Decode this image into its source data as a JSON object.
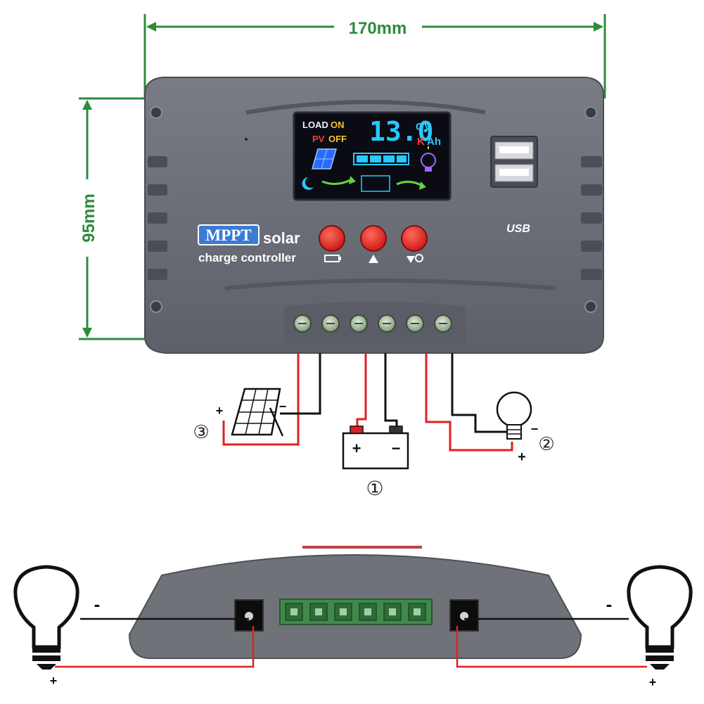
{
  "dimensions": {
    "width_label": "170mm",
    "height_label": "95mm",
    "color": "#2e8b3e"
  },
  "controller": {
    "logo_text": "MPPT",
    "brand_line1": "solar",
    "brand_line2": "charge controller",
    "usb_label": "USB",
    "body_color": "#6e7079",
    "button_color": "#e02020"
  },
  "display": {
    "load_label": "LOAD",
    "on_label": "ON",
    "pv_label": "PV",
    "off_label": "OFF",
    "reading": "13.0",
    "unit_c": "C",
    "unit_v": "V",
    "unit_k": "K",
    "unit_ah": "Ah"
  },
  "buttons": [
    {
      "name": "menu-button",
      "icon": "battery-icon"
    },
    {
      "name": "up-button",
      "icon": "warning-triangle-icon"
    },
    {
      "name": "down-button",
      "icon": "down-bulb-icon"
    }
  ],
  "connections": {
    "battery": {
      "number": "①",
      "plus": "+",
      "minus": "−"
    },
    "load": {
      "number": "②",
      "plus": "+",
      "minus": "−"
    },
    "solar": {
      "number": "③",
      "plus": "+",
      "minus": "−"
    }
  },
  "side_view": {
    "left_bulb": {
      "minus": "-",
      "plus": "+"
    },
    "right_bulb": {
      "minus": "-",
      "plus": "+"
    }
  },
  "wire_colors": {
    "positive": "#e02020",
    "negative": "#111111"
  }
}
